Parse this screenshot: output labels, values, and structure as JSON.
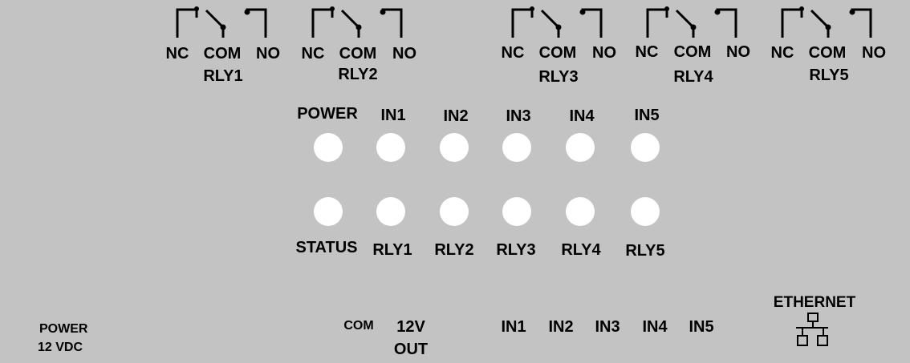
{
  "relays": [
    {
      "nc": "NC",
      "com": "COM",
      "no": "NO",
      "name": "RLY1"
    },
    {
      "nc": "NC",
      "com": "COM",
      "no": "NO",
      "name": "RLY2"
    },
    {
      "nc": "NC",
      "com": "COM",
      "no": "NO",
      "name": "RLY3"
    },
    {
      "nc": "NC",
      "com": "COM",
      "no": "NO",
      "name": "RLY4"
    },
    {
      "nc": "NC",
      "com": "COM",
      "no": "NO",
      "name": "RLY5"
    }
  ],
  "leds_top": [
    "POWER",
    "IN1",
    "IN2",
    "IN3",
    "IN4",
    "IN5"
  ],
  "leds_bottom": [
    "STATUS",
    "RLY1",
    "RLY2",
    "RLY3",
    "RLY4",
    "RLY5"
  ],
  "power_input": {
    "line1": "POWER",
    "line2": "12 VDC"
  },
  "bottom_connector": {
    "com": "COM",
    "v12_line1": "12V",
    "v12_line2": "OUT",
    "inputs": [
      "IN1",
      "IN2",
      "IN3",
      "IN4",
      "IN5"
    ]
  },
  "ethernet": {
    "label": "ETHERNET",
    "icon": "network-icon"
  }
}
